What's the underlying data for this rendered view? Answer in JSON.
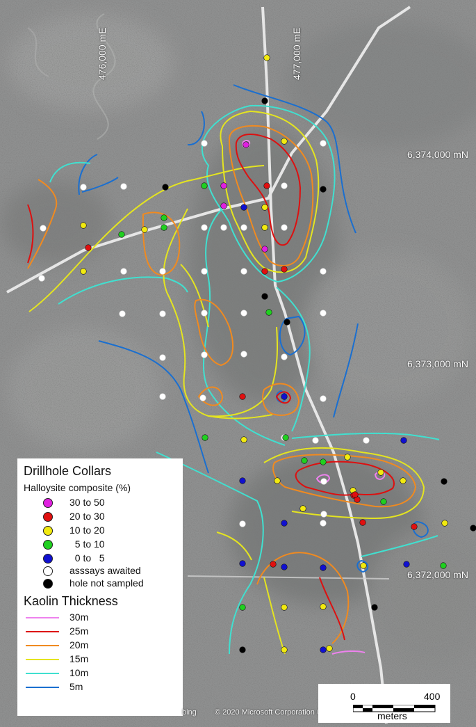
{
  "grid": {
    "easting_labels": [
      "476,000 mE",
      "477,000 mE"
    ],
    "northing_labels": [
      "6,374,000 mN",
      "6,373,000 mN",
      "6,372,000 mN"
    ]
  },
  "legend": {
    "collars_title": "Drillhole Collars",
    "composite_title": "Halloysite composite (%)",
    "collar_classes": [
      {
        "label": "30 to 50",
        "color": "#e020e0"
      },
      {
        "label": "20 to 30",
        "color": "#e01010"
      },
      {
        "label": "10 to 20",
        "color": "#f2ea10"
      },
      {
        "label": "  5 to 10",
        "color": "#20d020"
      },
      {
        "label": "  0 to   5",
        "color": "#1010d0"
      },
      {
        "label": "asssays awaited",
        "color": "#ffffff"
      },
      {
        "label": "hole not sampled",
        "color": "#000000"
      }
    ],
    "thickness_title": "Kaolin Thickness",
    "thickness_classes": [
      {
        "label": "30m",
        "color": "#ee82ee"
      },
      {
        "label": "25m",
        "color": "#dd1010"
      },
      {
        "label": "20m",
        "color": "#f08a20"
      },
      {
        "label": "15m",
        "color": "#e4e420"
      },
      {
        "label": "10m",
        "color": "#40e0d0"
      },
      {
        "label": "5m",
        "color": "#1a6fd0"
      }
    ]
  },
  "scale_bar": {
    "start_label": "0",
    "end_label": "400",
    "unit_label": "meters"
  },
  "attribution": {
    "bing_label": "bing",
    "copyright": "© 2020 Microsoft Corporation ©"
  },
  "colors": {
    "pink": "#ee82ee",
    "red": "#dd1010",
    "orange": "#f08a20",
    "yellow": "#e4e420",
    "cyan": "#40e0d0",
    "blue": "#1a6fd0",
    "road": "#e6e6e6"
  },
  "collars": [
    {
      "n": "yellow"
    },
    {
      "n": "black"
    },
    {
      "n": "white"
    },
    {
      "n": "magenta"
    },
    {
      "n": "yellow"
    },
    {
      "n": "white"
    },
    {
      "n": "white"
    },
    {
      "n": "white"
    },
    {
      "n": "black"
    },
    {
      "n": "green"
    },
    {
      "n": "magenta"
    },
    {
      "n": "red"
    },
    {
      "n": "white"
    },
    {
      "n": "black"
    },
    {
      "n": "white"
    },
    {
      "n": "yellow"
    },
    {
      "n": "yellow"
    },
    {
      "n": "green"
    },
    {
      "n": "green"
    },
    {
      "n": "magenta"
    },
    {
      "n": "blue"
    },
    {
      "n": "yellow"
    },
    {
      "n": "green"
    },
    {
      "n": "yellow"
    },
    {
      "n": "white"
    },
    {
      "n": "white"
    },
    {
      "n": "white"
    },
    {
      "n": "yellow"
    },
    {
      "n": "white"
    },
    {
      "n": "red"
    },
    {
      "n": "magenta"
    },
    {
      "n": "white"
    },
    {
      "n": "white"
    },
    {
      "n": "white"
    },
    {
      "n": "white"
    },
    {
      "n": "white"
    },
    {
      "n": "red"
    },
    {
      "n": "red"
    },
    {
      "n": "white"
    },
    {
      "n": "black"
    },
    {
      "n": "green"
    },
    {
      "n": "black"
    },
    {
      "n": "white"
    },
    {
      "n": "white"
    },
    {
      "n": "white"
    },
    {
      "n": "white"
    },
    {
      "n": "white"
    },
    {
      "n": "white"
    },
    {
      "n": "white"
    },
    {
      "n": "white"
    },
    {
      "n": "white"
    },
    {
      "n": "white"
    },
    {
      "n": "white"
    },
    {
      "n": "red"
    },
    {
      "n": "blue"
    },
    {
      "n": "white"
    },
    {
      "n": "green"
    },
    {
      "n": "yellow"
    },
    {
      "n": "white"
    },
    {
      "n": "green"
    },
    {
      "n": "white"
    },
    {
      "n": "white"
    },
    {
      "n": "blue"
    },
    {
      "n": "green"
    },
    {
      "n": "green"
    },
    {
      "n": "yellow"
    },
    {
      "n": "blue"
    },
    {
      "n": "yellow"
    },
    {
      "n": "white"
    },
    {
      "n": "yellow"
    },
    {
      "n": "yellow"
    },
    {
      "n": "yellow"
    },
    {
      "n": "black"
    },
    {
      "n": "red"
    },
    {
      "n": "red"
    },
    {
      "n": "red"
    },
    {
      "n": "green"
    },
    {
      "n": "yellow"
    },
    {
      "n": "white"
    },
    {
      "n": "red"
    },
    {
      "n": "white"
    },
    {
      "n": "red"
    },
    {
      "n": "blue"
    },
    {
      "n": "yellow"
    },
    {
      "n": "black"
    },
    {
      "n": "white"
    },
    {
      "n": "blue"
    },
    {
      "n": "blue"
    },
    {
      "n": "red"
    },
    {
      "n": "blue"
    },
    {
      "n": "yellow"
    },
    {
      "n": "blue"
    },
    {
      "n": "green"
    },
    {
      "n": "green"
    },
    {
      "n": "yellow"
    },
    {
      "n": "yellow"
    },
    {
      "n": "black"
    },
    {
      "n": "black"
    },
    {
      "n": "yellow"
    },
    {
      "n": "blue"
    },
    {
      "n": "yellow"
    }
  ]
}
